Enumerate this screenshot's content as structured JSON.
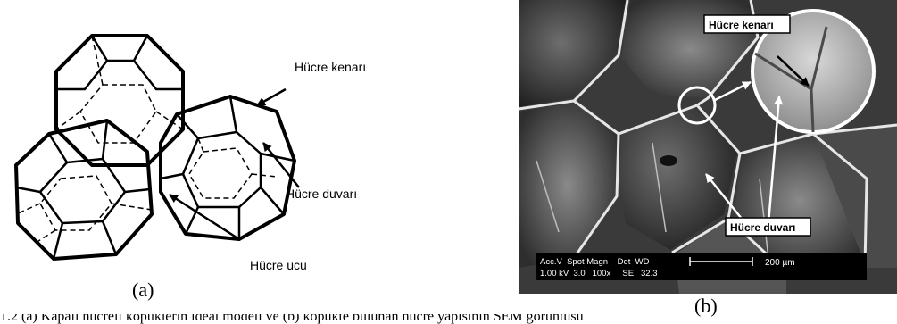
{
  "panel_a": {
    "sublabel": "(a)",
    "labels": {
      "cell_edge": "Hücre kenarı",
      "cell_wall": "Hücre duvarı",
      "cell_tip": "Hücre ucu"
    }
  },
  "panel_b": {
    "sublabel": "(b)",
    "labels": {
      "cell_edge": "Hücre kenarı",
      "cell_wall": "Hücre duvarı"
    },
    "databar": {
      "header": "Acc.V  Spot Magn    Det  WD",
      "values": "1.00 kV  3.0   100x     SE   32.3",
      "scale": "200 µm"
    }
  },
  "caption_fragment": "1.2 (a) Kapalı hücreli köpüklerin ideal modeli ve (b) köpükte bulunan hücre yapısının SEM görüntüsü"
}
